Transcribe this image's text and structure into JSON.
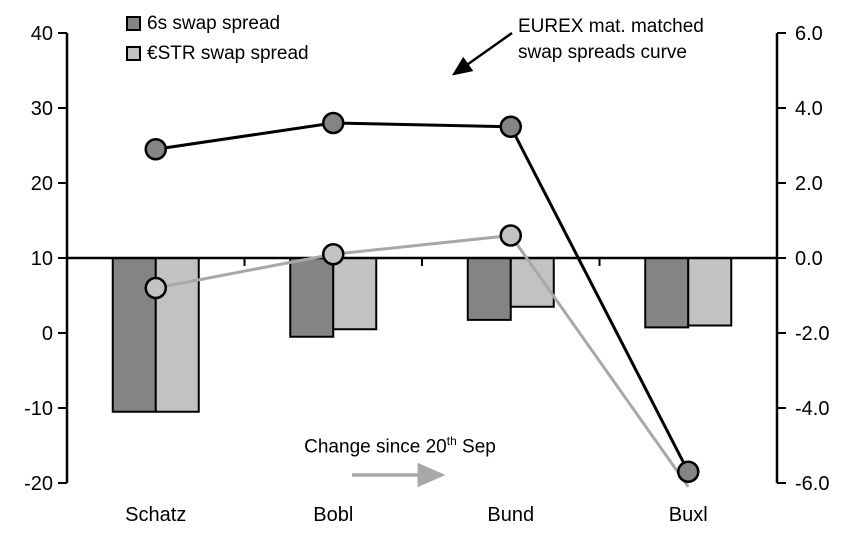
{
  "colors": {
    "dark_gray": "#848484",
    "light_gray": "#c2c2c2",
    "black": "#000000",
    "gray_line": "#a8a8a8",
    "background": "#ffffff"
  },
  "legend": {
    "items": [
      {
        "label": "6s swap spread",
        "color": "#848484"
      },
      {
        "label": "€STR swap spread",
        "color": "#c2c2c2"
      }
    ]
  },
  "annotations": {
    "curve_label_line1": "EUREX mat. matched",
    "curve_label_line2": "swap spreads curve",
    "change_prefix": "Change since 20",
    "change_sup": "th",
    "change_suffix": " Sep"
  },
  "chart_data": {
    "type": "bar+line combo",
    "title": "",
    "categories": [
      "Schatz",
      "Bobl",
      "Bund",
      "Buxl"
    ],
    "left_axis": {
      "ticks": [
        "40",
        "30",
        "20",
        "10",
        "0",
        "-10",
        "-20"
      ],
      "values": [
        40,
        30,
        20,
        10,
        0,
        -10,
        -20
      ],
      "range": [
        -20,
        40
      ],
      "zero_cross_left_value": 10
    },
    "right_axis": {
      "ticks": [
        "6.0",
        "4.0",
        "2.0",
        "0.0",
        "-2.0",
        "-4.0",
        "-6.0"
      ],
      "values": [
        6,
        4,
        2,
        0,
        -2,
        -4,
        -6
      ],
      "range": [
        -6,
        6
      ]
    },
    "grid": false,
    "legend_position": "top-left",
    "bar_series": [
      {
        "name": "6s swap spread (change since 20th Sep)",
        "axis": "right",
        "color": "#848484",
        "values": [
          -4.1,
          -2.1,
          -1.65,
          -1.85
        ]
      },
      {
        "name": "€STR swap spread (change since 20th Sep)",
        "axis": "right",
        "color": "#c2c2c2",
        "values": [
          -4.1,
          -1.9,
          -1.3,
          -1.8
        ]
      }
    ],
    "line_series": [
      {
        "name": "€STR mat. matched swap spreads curve",
        "axis": "left",
        "color": "#a8a8a8",
        "marker_fill": "#c2c2c2",
        "values": [
          6.0,
          10.5,
          13.0,
          -20.5
        ],
        "markers": [
          1,
          1,
          1,
          0
        ]
      },
      {
        "name": "EUREX mat. matched swap spreads curve (6s)",
        "axis": "left",
        "color": "#000000",
        "marker_fill": "#848484",
        "values": [
          24.5,
          28.0,
          27.5,
          -18.5
        ],
        "markers": [
          1,
          1,
          1,
          1
        ]
      }
    ]
  }
}
